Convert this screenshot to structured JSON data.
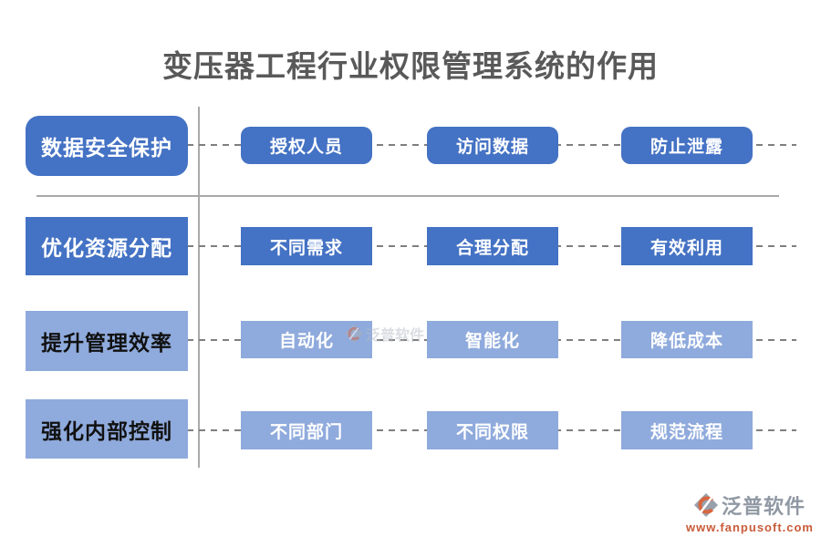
{
  "title": "变压器工程行业权限管理系统的作用",
  "rows": [
    {
      "label": "数据安全保护",
      "boxes": [
        "授权人员",
        "访问数据",
        "防止泄露"
      ]
    },
    {
      "label": "优化资源分配",
      "boxes": [
        "不同需求",
        "合理分配",
        "有效利用"
      ]
    },
    {
      "label": "提升管理效率",
      "boxes": [
        "自动化",
        "智能化",
        "降低成本"
      ]
    },
    {
      "label": "强化内部控制",
      "boxes": [
        "不同部门",
        "不同权限",
        "规范流程"
      ]
    }
  ],
  "colors": {
    "dark_blue": "#4472c4",
    "light_blue": "#8faadc",
    "title_gray": "#595959",
    "line_gray": "#a9a9a9",
    "dash_gray": "#7f7f7f",
    "watermark_orange": "#c95b39",
    "watermark_gray": "#9098a3"
  },
  "watermark": {
    "brand": "泛普软件",
    "site": "www.fanpusoft.com",
    "center_brand": "泛普软件"
  }
}
